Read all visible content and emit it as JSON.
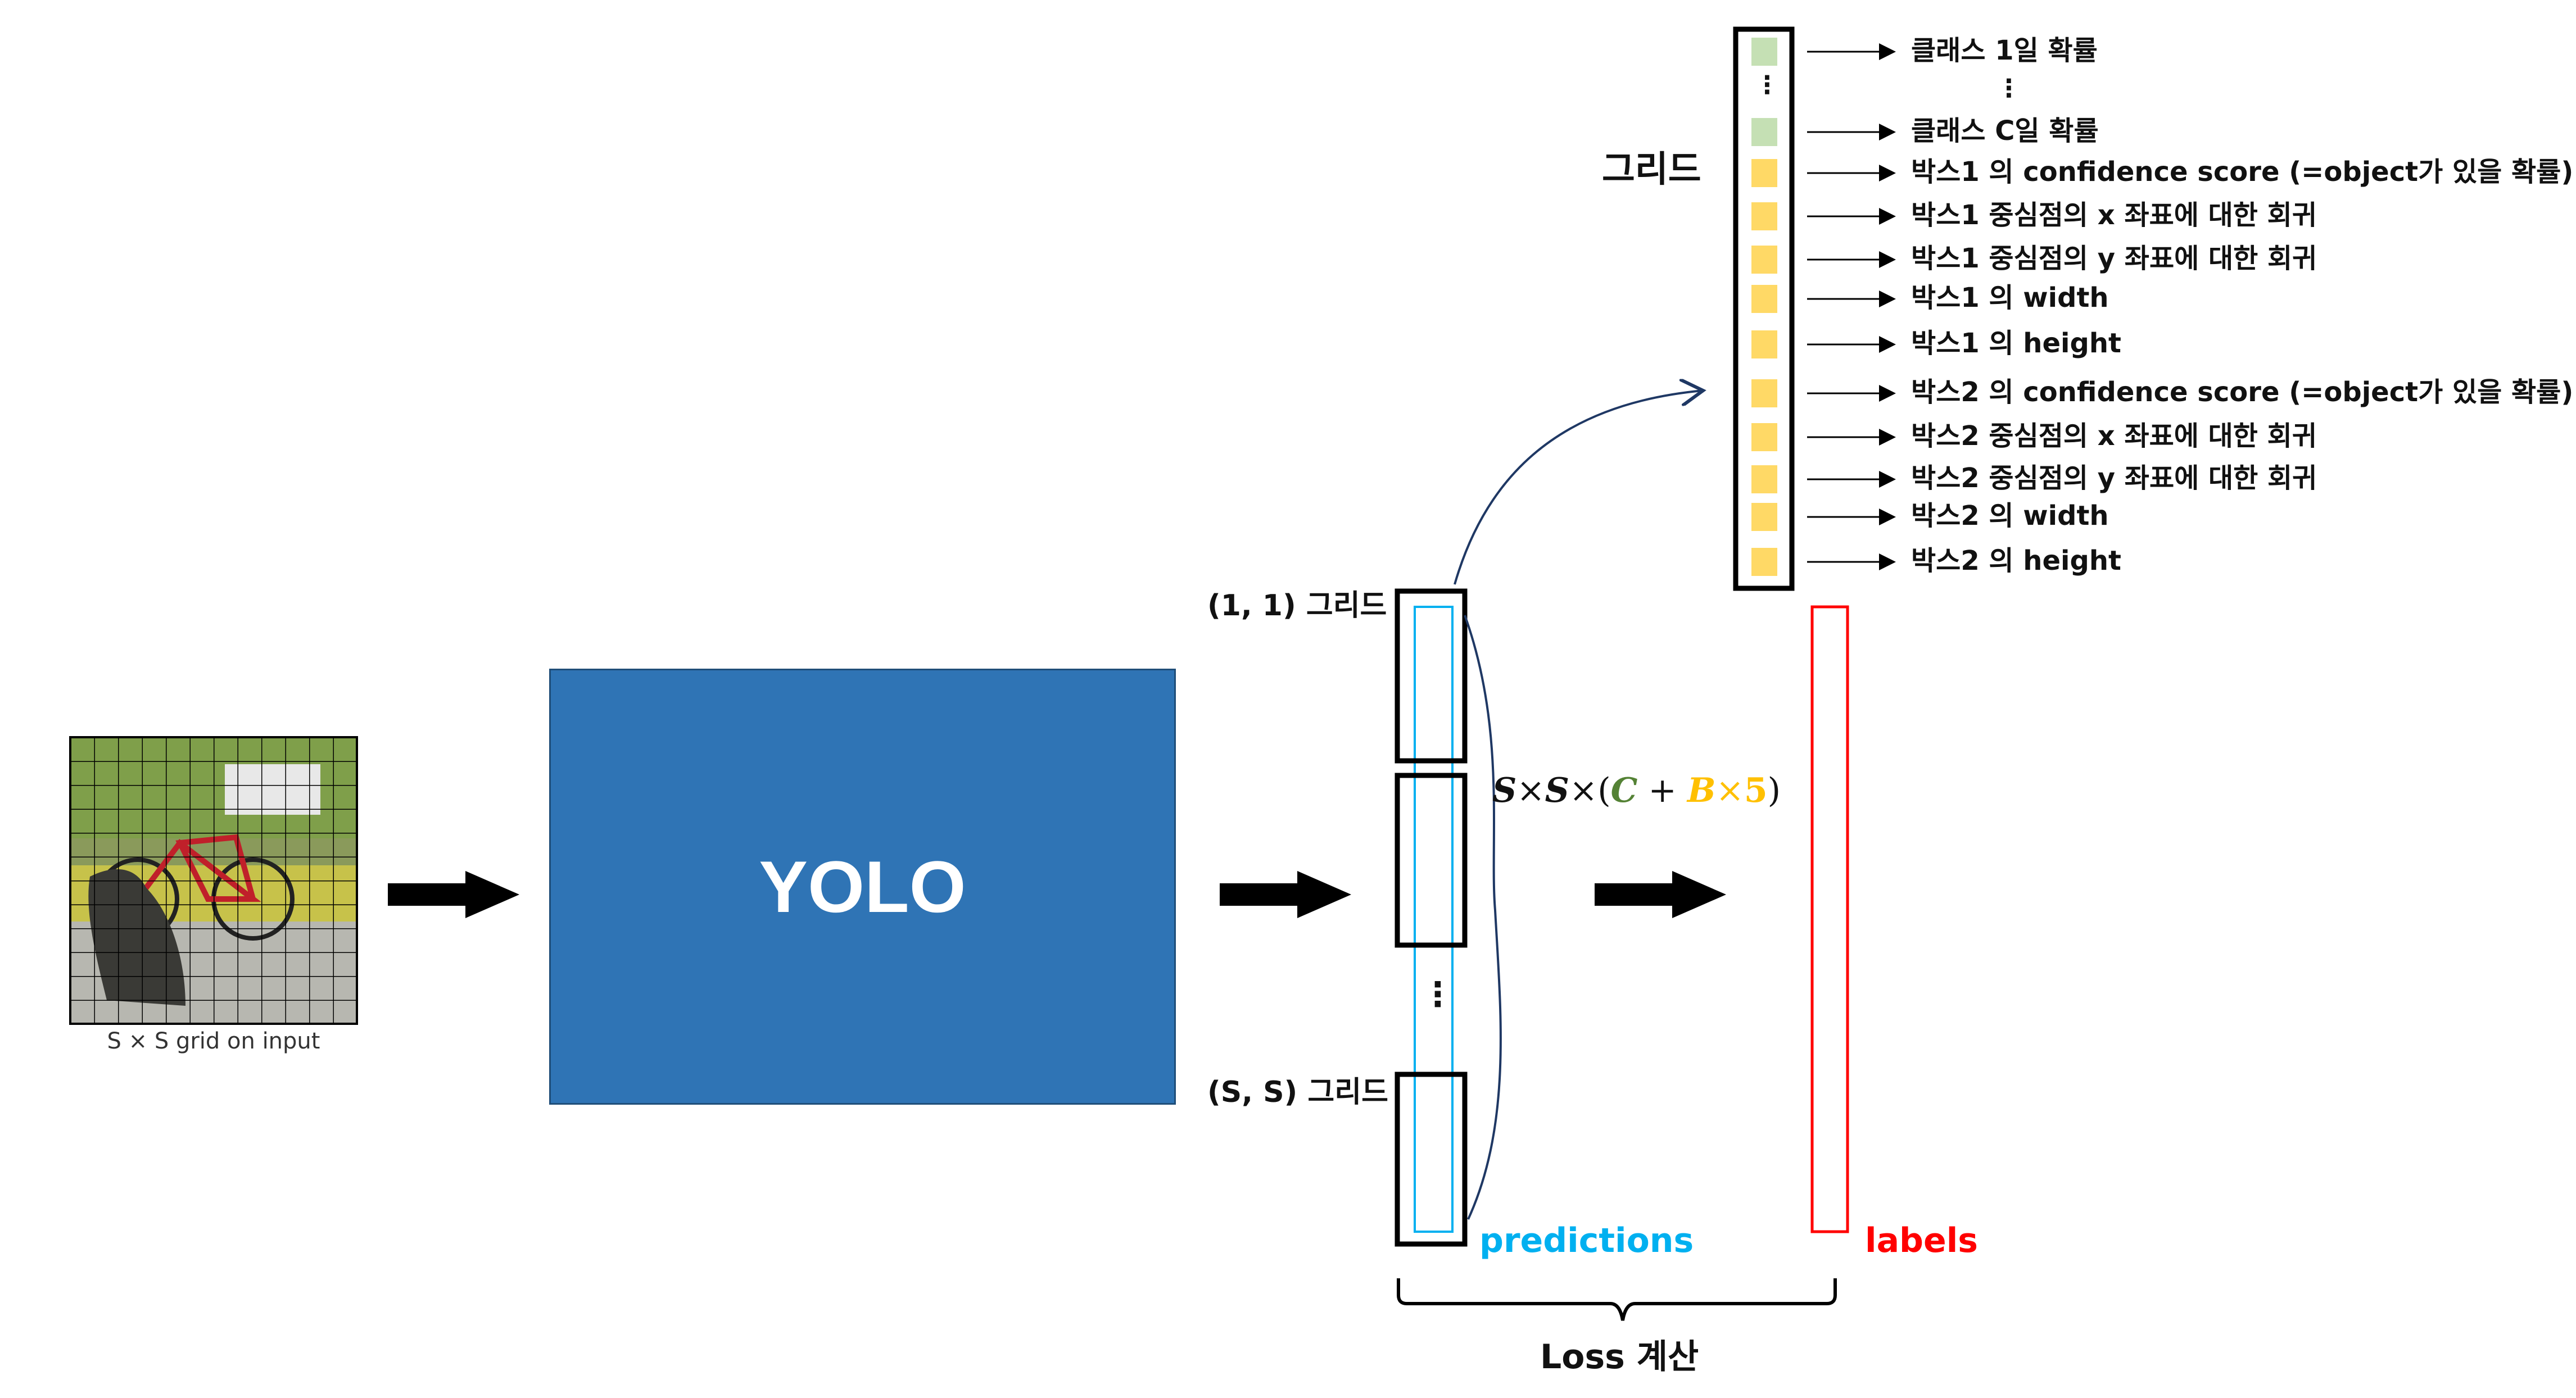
{
  "input": {
    "caption": "S × S grid on input",
    "photo_subject": "dog sitting next to a red bicycle"
  },
  "model": {
    "label": "YOLO"
  },
  "grid_column": {
    "top_label": "(1, 1) 그리드",
    "bottom_label": "(S, S) 그리드",
    "ellipsis": "⋮"
  },
  "formula": {
    "s1": "S",
    "times1": "×",
    "s2": "S",
    "times2": "×(",
    "c": "C",
    "plus": " + ",
    "b": "B",
    "times3": "×",
    "five": "5",
    "close": ")",
    "c_color": "#548235",
    "b_color": "#ffc000"
  },
  "vector": {
    "title": "그리드",
    "ellipsis": "⋮",
    "class_color": "#c5e0b4",
    "box_color": "#ffd966",
    "rows": [
      {
        "label": "클래스 1일 확률"
      },
      {
        "label": "클래스 C일 확률"
      },
      {
        "label": "박스1 의 confidence score (=object가 있을 확률)"
      },
      {
        "label": "박스1 중심점의 x 좌표에 대한 회귀"
      },
      {
        "label": "박스1 중심점의 y 좌표에 대한 회귀"
      },
      {
        "label": "박스1 의 width"
      },
      {
        "label": "박스1 의 height"
      },
      {
        "label": "박스2 의 confidence score (=object가 있을 확률)"
      },
      {
        "label": "박스2 중심점의 x 좌표에 대한 회귀"
      },
      {
        "label": "박스2 중심점의 y 좌표에 대한 회귀"
      },
      {
        "label": "박스2 의 width"
      },
      {
        "label": "박스2 의 height"
      }
    ],
    "label_ellipsis": "⋮"
  },
  "predictions": {
    "label": "predictions",
    "color": "#00b0f0"
  },
  "labels": {
    "label": "labels",
    "color": "#ff0000"
  },
  "loss": {
    "label": "Loss 계산"
  }
}
